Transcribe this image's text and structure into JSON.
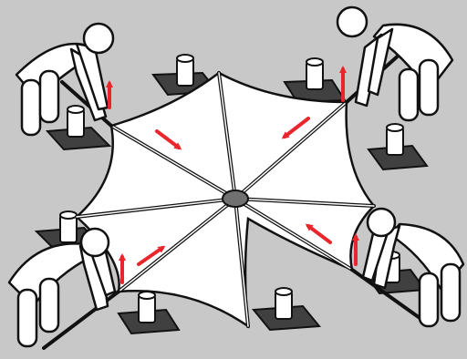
{
  "colors": {
    "background": "#c8c8c8",
    "canopy": "#ffffff",
    "outline": "#111111",
    "base": "#404040",
    "hub": "#707070",
    "arrow": "#e8262b"
  },
  "icons": {
    "figure": "person-bending-icon",
    "peg": "ground-peg-icon",
    "arrow": "red-arrow-icon",
    "hub": "center-hub-icon"
  },
  "figures": [
    "top-left",
    "top-right",
    "bottom-left",
    "bottom-right"
  ],
  "pegs": 8,
  "arrows": 8
}
